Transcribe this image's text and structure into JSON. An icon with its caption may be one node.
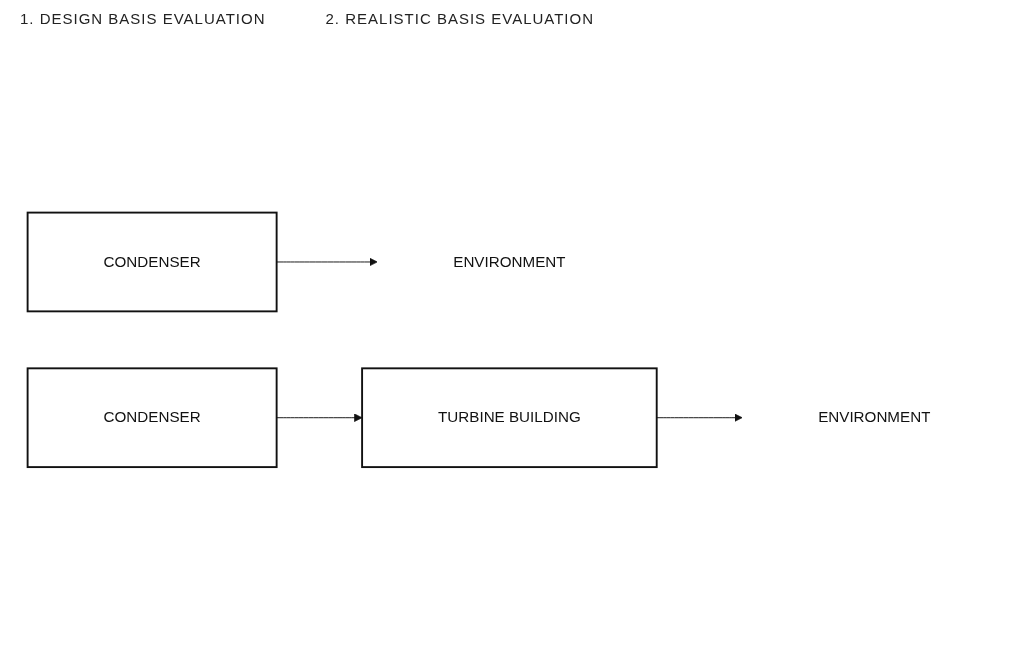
{
  "diagram": {
    "nodes": [
      {
        "text": [
          "CONDENSER"
        ]
      },
      {
        "text": [
          "ENVIRONMENT"
        ]
      },
      {
        "text": [
          "CONDENSER"
        ]
      },
      {
        "text": [
          "TURBINE BUILDING"
        ]
      },
      {
        "text": [
          "ENVIRONMENT"
        ]
      }
    ],
    "edges": [
      {
        "from": 0,
        "to": 1,
        "arrow": "to"
      },
      {
        "from": 2,
        "to": 3,
        "arrow": "to"
      },
      {
        "from": 3,
        "to": 4,
        "arrow": "to"
      }
    ],
    "labels": [
      "1. DESIGN BASIS EVALUATION",
      "2. REALISTIC BASIS EVALUATION"
    ]
  }
}
